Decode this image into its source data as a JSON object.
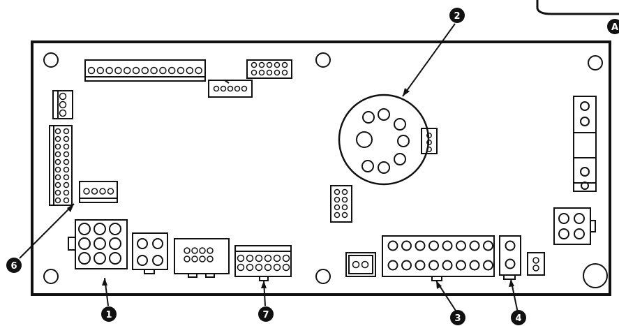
{
  "diagram": {
    "callouts": [
      {
        "id": "c1",
        "label": "1"
      },
      {
        "id": "c2",
        "label": "2"
      },
      {
        "id": "c3",
        "label": "3"
      },
      {
        "id": "c4",
        "label": "4"
      },
      {
        "id": "c6",
        "label": "6"
      },
      {
        "id": "c7",
        "label": "7"
      },
      {
        "id": "cA",
        "label": "A"
      }
    ]
  },
  "colors": {
    "ink": "#111111",
    "paper": "#ffffff"
  }
}
